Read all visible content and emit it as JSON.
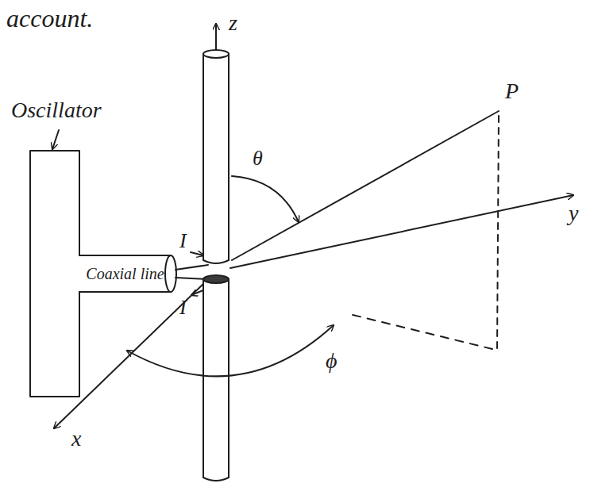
{
  "diagram": {
    "nodes": [
      {
        "text": [
          "Oscillator"
        ]
      },
      {
        "text": [
          "Coaxial line"
        ]
      }
    ],
    "labels": [
      "account.",
      "z",
      "P",
      "θ",
      "I",
      "I",
      "y",
      "ϕ",
      "x"
    ]
  }
}
